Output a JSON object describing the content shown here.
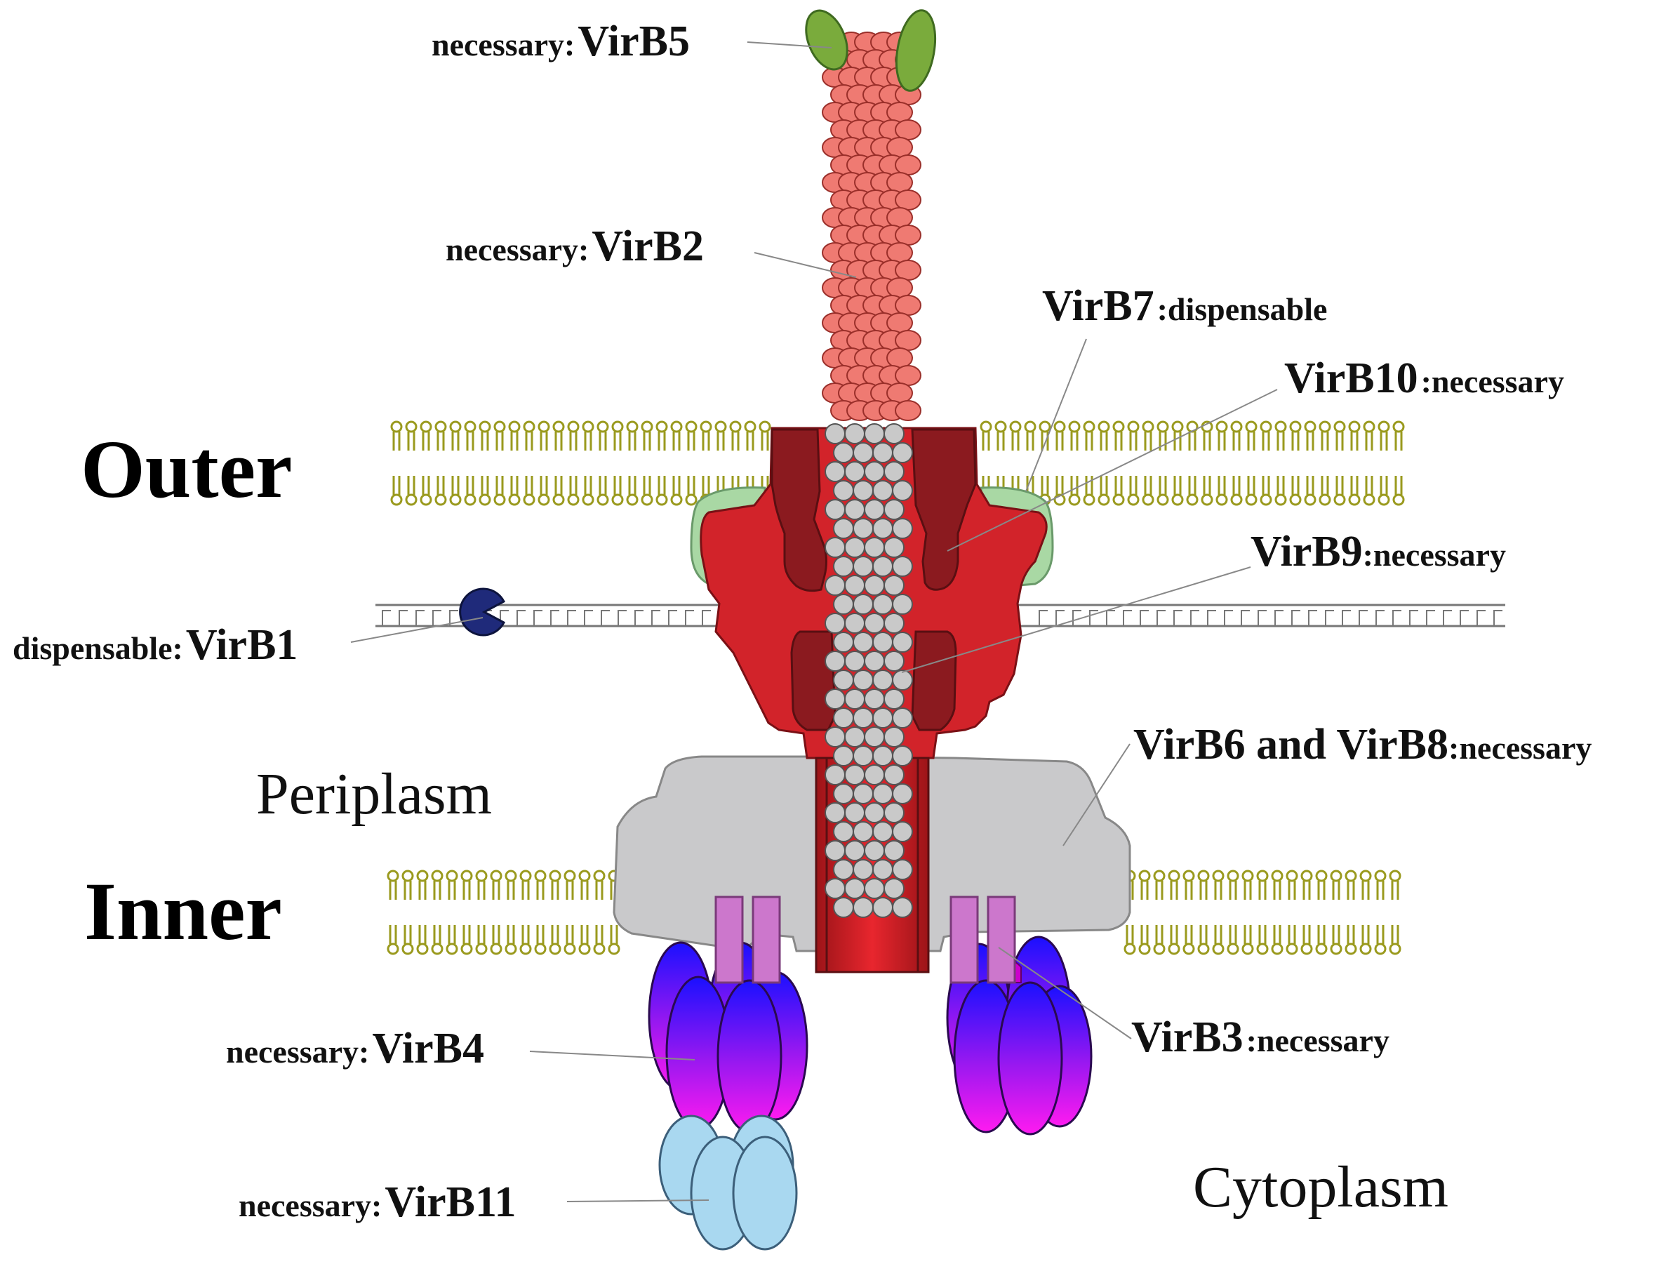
{
  "regions": {
    "outer": "Outer",
    "inner": "Inner",
    "periplasm": "Periplasm",
    "cytoplasm": "Cytoplasm"
  },
  "labels": {
    "virb5": {
      "prefix": "necessary:",
      "name": "VirB5"
    },
    "virb2": {
      "prefix": "necessary:",
      "name": "VirB2"
    },
    "virb7": {
      "name": "VirB7",
      "suffix": ":dispensable"
    },
    "virb10": {
      "name": "VirB10",
      "suffix": ":necessary"
    },
    "virb9": {
      "name": "VirB9",
      "suffix": ":necessary"
    },
    "virb1": {
      "prefix": "dispensable:",
      "name": "VirB1"
    },
    "virb6_8": {
      "name": "VirB6 and VirB8",
      "suffix": ":necessary"
    },
    "virb4": {
      "prefix": "necessary:",
      "name": "VirB4"
    },
    "virb3": {
      "name": "VirB3",
      "suffix": ":necessary"
    },
    "virb11": {
      "prefix": "necessary:",
      "name": "VirB11"
    }
  },
  "colors": {
    "membrane_lipid": "#9a9a1e",
    "pilus_virb2": "#ef7a72",
    "pilus_virb5": "#7aab3c",
    "channel_core": "#d2232a",
    "channel_dark": "#8b1a1f",
    "virb7": "#a9d8a4",
    "virb6_8": "#c9c9cb",
    "virb1": "#1f2a7a",
    "virb4_top": "#1f1fff",
    "virb4_bottom": "#ff1fff",
    "virb3": "#cc77cc",
    "virb11": "#a9d8f0",
    "inner_beads": "#c9c9c9"
  }
}
